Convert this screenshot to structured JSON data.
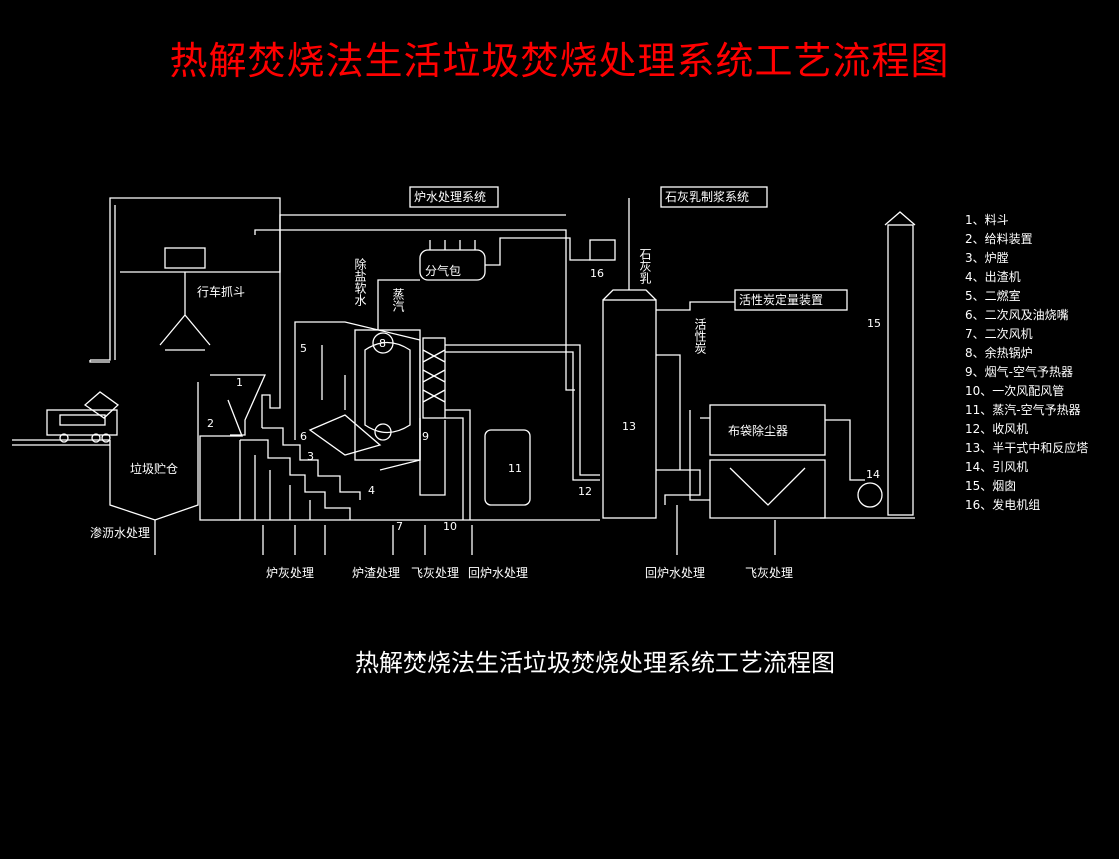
{
  "title": "热解焚烧法生活垃圾焚烧处理系统工艺流程图",
  "subtitle": "热解焚烧法生活垃圾焚烧处理系统工艺流程图",
  "colors": {
    "title": "#ff0000",
    "lines": "#ffffff",
    "background": "#000000"
  },
  "labels": {
    "boiler_water_system": "炉水处理系统",
    "lime_slurry_system": "石灰乳制浆系统",
    "activated_carbon_unit": "活性炭定量装置",
    "crane_grab": "行车抓斗",
    "garbage_bunker": "垃圾贮仓",
    "leachate_treatment": "渗沥水处理",
    "steam_drum": "分气包",
    "baghouse": "布袋除尘器",
    "desalted_water": "除盐软水",
    "steam": "蒸汽",
    "lime_milk": "石灰乳",
    "activated_carbon": "活性炭",
    "furnace_ash_treatment": "炉灰处理",
    "slag_treatment": "炉渣处理",
    "fly_ash_treatment_1": "飞灰处理",
    "return_water_treatment_1": "回炉水处理",
    "return_water_treatment_2": "回炉水处理",
    "fly_ash_treatment_2": "飞灰处理"
  },
  "numbers": {
    "n1": "1",
    "n2": "2",
    "n3": "3",
    "n4": "4",
    "n5": "5",
    "n6": "6",
    "n7": "7",
    "n8": "8",
    "n9": "9",
    "n10": "10",
    "n11": "11",
    "n12": "12",
    "n13": "13",
    "n14": "14",
    "n15": "15",
    "n16": "16"
  },
  "legend": [
    "1、料斗",
    "2、给料装置",
    "3、炉膛",
    "4、出渣机",
    "5、二燃室",
    "6、二次风及油烧嘴",
    "7、二次风机",
    "8、余热锅炉",
    "9、烟气-空气予热器",
    "10、一次风配风管",
    "11、蒸汽-空气予热器",
    "12、收风机",
    "13、半干式中和反应塔",
    "14、引风机",
    "15、烟囱",
    "16、发电机组"
  ]
}
